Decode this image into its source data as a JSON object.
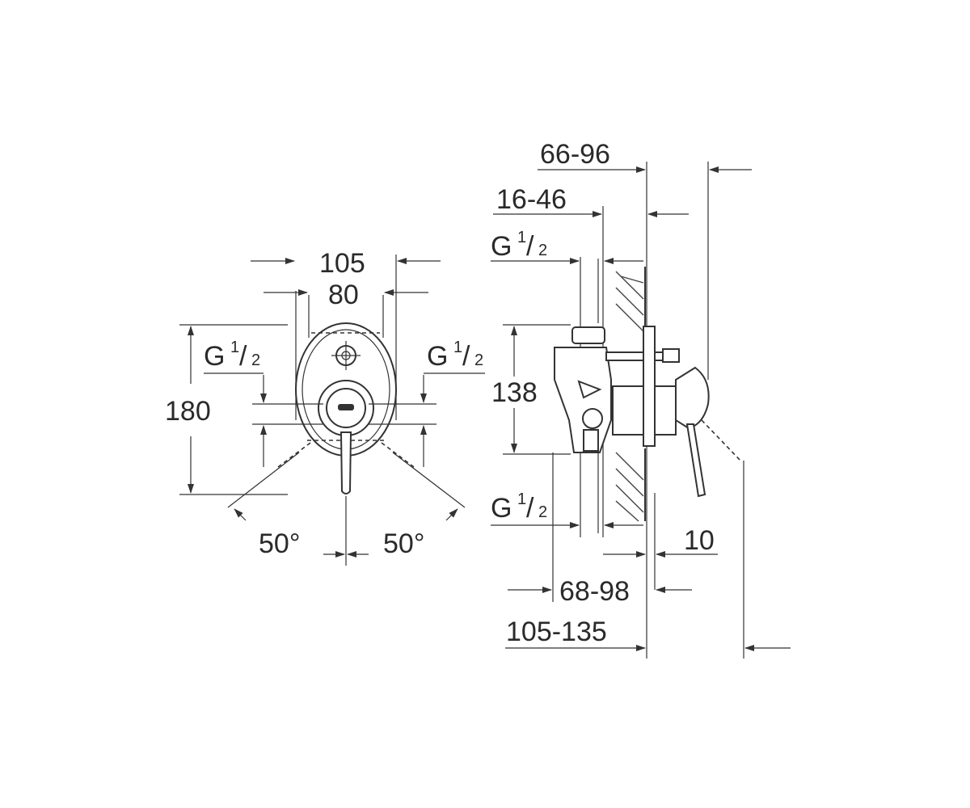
{
  "dimensions": {
    "front_width_outer": "105",
    "front_width_inner": "80",
    "front_height": "180",
    "front_angle_left": "50°",
    "front_angle_right": "50°",
    "side_depth_wall_range": "66-96",
    "side_depth_inner_range": "16-46",
    "side_height": "138",
    "side_plate_thickness": "10",
    "side_depth_mid_range": "68-98",
    "side_depth_total_range": "105-135"
  },
  "connections": {
    "thread_main": "G",
    "thread_numerator": "1",
    "thread_slash": "/",
    "thread_denominator": "2"
  }
}
